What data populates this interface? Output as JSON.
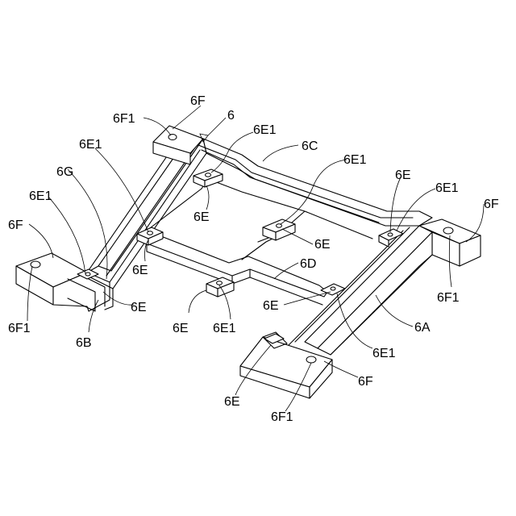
{
  "labels": {
    "l6": "6",
    "l6A": "6A",
    "l6B": "6B",
    "l6C": "6C",
    "l6D": "6D",
    "l6G": "6G",
    "l6F_top": "6F",
    "l6F_left": "6F",
    "l6F_right": "6F",
    "l6F_bottom": "6F",
    "l6F1_top": "6F1",
    "l6F1_left": "6F1",
    "l6F1_right": "6F1",
    "l6F1_bottom": "6F1",
    "l6E1_a": "6E1",
    "l6E1_b": "6E1",
    "l6E1_c": "6E1",
    "l6E1_d": "6E1",
    "l6E1_e": "6E1",
    "l6E1_f": "6E1",
    "l6E1_g": "6E1",
    "l6E_a": "6E",
    "l6E_b": "6E",
    "l6E_c": "6E",
    "l6E_d": "6E",
    "l6E_e": "6E",
    "l6E_f": "6E",
    "l6E_g": "6E",
    "l6E_h": "6E"
  }
}
